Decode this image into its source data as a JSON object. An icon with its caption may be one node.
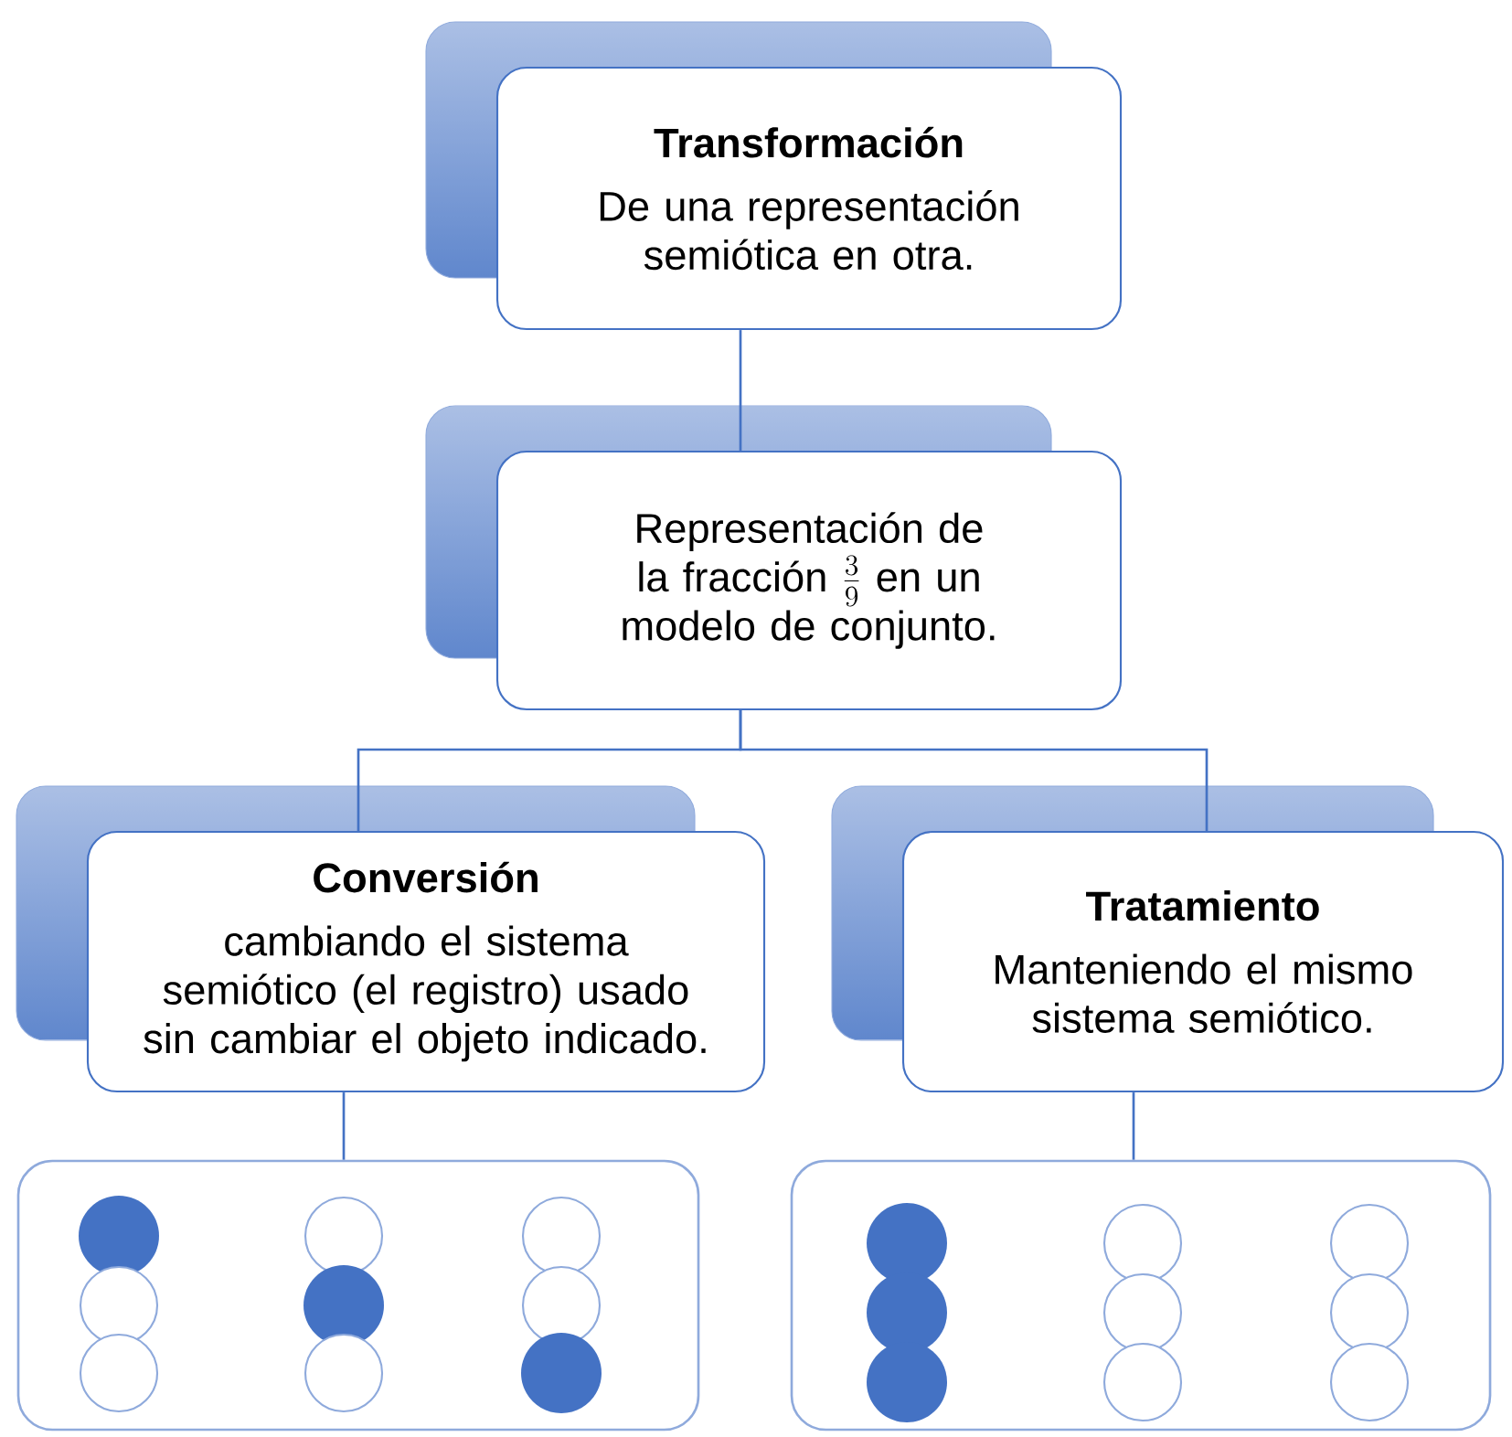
{
  "diagram": {
    "nodes": [
      {
        "text": [
          "Transformación",
          "De una representación semiótica en otra."
        ]
      },
      {
        "text": [
          "Representación de la fracción",
          "\\frac{3}{9}",
          "en un modelo de conjunto."
        ]
      },
      {
        "text": [
          "Conversión",
          "cambiando el sistema semiótico (el registro) usado sin cambiar el objeto indicado."
        ]
      },
      {
        "text": [
          "Tratamiento",
          "Manteniendo el mismo sistema semiótico."
        ]
      },
      {
        "text": [],
        "shape": "box"
      },
      {
        "text": [],
        "shape": "box"
      }
    ],
    "edges": [
      {
        "from": 0,
        "to": 1,
        "arrow": "none"
      },
      {
        "from": 1,
        "to": 2,
        "arrow": "none"
      },
      {
        "from": 1,
        "to": 3,
        "arrow": "none"
      },
      {
        "from": 2,
        "to": 4,
        "arrow": "none"
      },
      {
        "from": 3,
        "to": 5,
        "arrow": "none"
      }
    ]
  }
}
